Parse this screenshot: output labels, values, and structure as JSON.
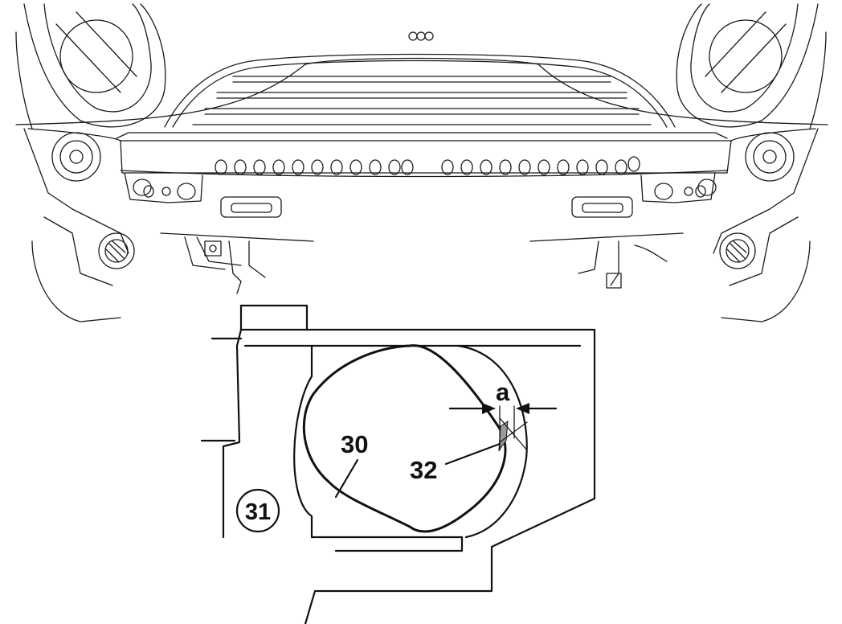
{
  "diagram": {
    "badge_text": "ooo",
    "labels": {
      "label_30": "30",
      "label_32": "32",
      "label_a": "a",
      "label_31": "31"
    },
    "colors": {
      "line": "#111111",
      "shading": "#9a9a9a",
      "background": "#ffffff"
    }
  }
}
